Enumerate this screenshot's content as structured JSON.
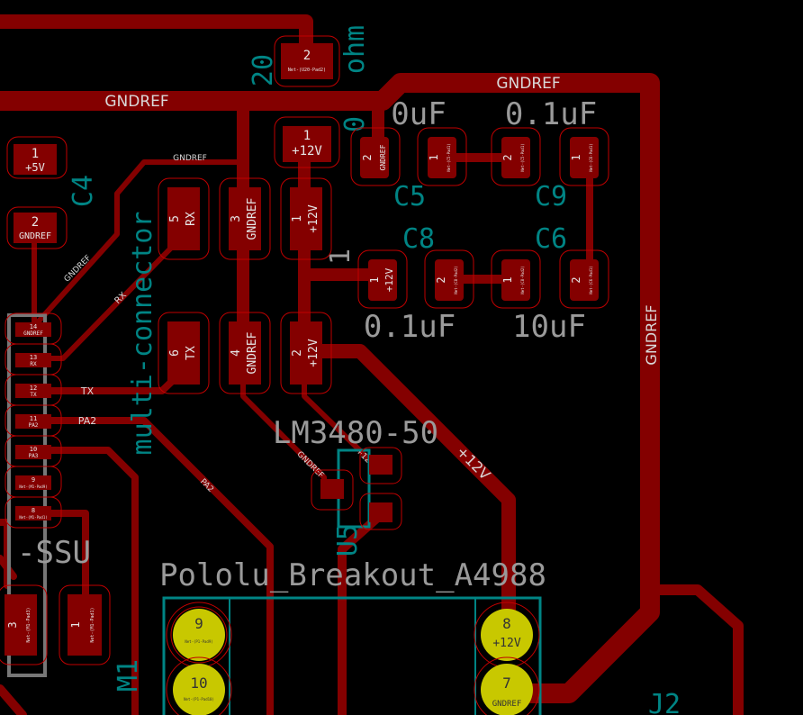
{
  "nets": {
    "gndref": "GNDREF",
    "rx": "RX",
    "tx": "TX",
    "pa2": "PA2",
    "v12": "+12V"
  },
  "silk": {
    "c_top_left": "0uF",
    "c_top_right": "0.1uF",
    "c_bot_left": "0.1uF",
    "c_bot_right": "10uF",
    "u5_value": "LM3480-50",
    "conn_value": "-SSU",
    "pololu": "Pololu_Breakout_A4988",
    "res_value": "20",
    "pin1": "1"
  },
  "fab": {
    "ohm": "ohm",
    "zero": "0",
    "c4": "C4",
    "c5": "C5",
    "c9": "C9",
    "c8": "C8",
    "c6": "C6",
    "multi": "multi-connector",
    "u5": "U5",
    "m1": "M1",
    "j2": "J2"
  },
  "pads": {
    "r2": {
      "num": "2",
      "net": "Net-(U20-Pad2)"
    },
    "c4_1": {
      "num": "1",
      "net": "+5V"
    },
    "c4_2": {
      "num": "2",
      "net": "GNDREF"
    },
    "j_5": {
      "num": "5",
      "net": "RX"
    },
    "j_6": {
      "num": "6",
      "net": "TX"
    },
    "j_3": {
      "num": "3",
      "net": "GNDREF"
    },
    "j_4": {
      "num": "4",
      "net": "GNDREF"
    },
    "j_1": {
      "num": "1",
      "net": "+12V"
    },
    "j_2": {
      "num": "2",
      "net": "+12V"
    },
    "t_1": {
      "num": "1",
      "net": "+12V"
    },
    "c5_2": {
      "num": "2",
      "net": "GNDREF"
    },
    "c5_1": {
      "num": "1",
      "net": "Net-(C5-Pad1)"
    },
    "c9_2": {
      "num": "2",
      "net": "Net-(C5-Pad1)"
    },
    "c9_1": {
      "num": "1",
      "net": "Net-(C6-Pad1)"
    },
    "c8_1": {
      "num": "1",
      "net": "+12V"
    },
    "c8_2": {
      "num": "2",
      "net": "Net-(C8-Pad2)"
    },
    "c6_1": {
      "num": "1",
      "net": "Net-(C8-Pad2)"
    },
    "c6_2": {
      "num": "2",
      "net": "Net-(C6-Pad1)"
    },
    "h14": {
      "num": "14",
      "net": "GNDREF"
    },
    "h13": {
      "num": "13",
      "net": "RX"
    },
    "h12": {
      "num": "12",
      "net": "TX"
    },
    "h11": {
      "num": "11",
      "net": "PA2"
    },
    "h10": {
      "num": "10",
      "net": "PA3"
    },
    "h9": {
      "num": "9",
      "net": "Net-(M1-Pad9)"
    },
    "h8": {
      "num": "8",
      "net": "Net-(M1-Pad1)"
    },
    "m3": {
      "num": "3",
      "net": "Net-(M1-Pad3)"
    },
    "m1": {
      "num": "1",
      "net": "Net-(M1-Pad1)"
    },
    "p9": {
      "num": "9",
      "net": "Net-(P1-Pad9)"
    },
    "p10": {
      "num": "10",
      "net": "Net-(P1-Pad10)"
    },
    "p8": {
      "num": "8",
      "net": "+12V"
    },
    "p7": {
      "num": "7",
      "net": "GNDREF"
    }
  }
}
